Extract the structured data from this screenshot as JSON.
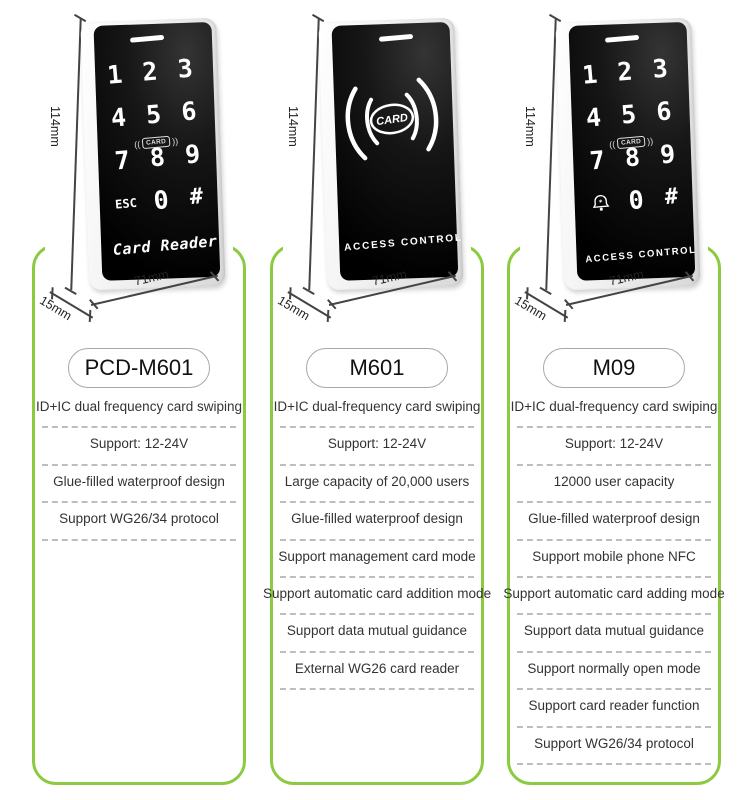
{
  "colors": {
    "accent_green": "#8CCB41",
    "feature_text": "#333333",
    "dash_divider": "#BDBDBD",
    "pill_border": "#A8A8A8",
    "device_face": "#0A0A0A"
  },
  "dimensions": {
    "height": "114mm",
    "width": "71mm",
    "depth": "15mm"
  },
  "products": [
    {
      "name": "PCD-M601",
      "device": {
        "type": "keypad",
        "keys": [
          "1",
          "2",
          "3",
          "4",
          "5",
          "6",
          "7",
          "8",
          "9",
          "ESC",
          "0",
          "#"
        ],
        "wave_left": "((",
        "wave_right": "))",
        "card_chip_label": "CARD",
        "panel_label": "Card Reader"
      },
      "features": [
        "ID+IC dual frequency card swiping",
        "Support: 12-24V",
        "Glue-filled waterproof design",
        "Support WG26/34 protocol"
      ]
    },
    {
      "name": "M601",
      "device": {
        "type": "rfid",
        "card_logo_label": "CARD",
        "panel_label": "ACCESS CONTROL"
      },
      "features": [
        "ID+IC dual-frequency card swiping",
        "Support: 12-24V",
        "Large capacity of 20,000 users",
        "Glue-filled waterproof design",
        "Support management card mode",
        "Support automatic card addition mode",
        "Support data mutual guidance",
        "External WG26 card reader"
      ]
    },
    {
      "name": "M09",
      "device": {
        "type": "keypad-bell",
        "keys": [
          "1",
          "2",
          "3",
          "4",
          "5",
          "6",
          "7",
          "8",
          "9",
          "bell",
          "0",
          "#"
        ],
        "wave_left": "((",
        "wave_right": "))",
        "card_chip_label": "CARD",
        "panel_label": "ACCESS CONTROL"
      },
      "features": [
        "ID+IC dual-frequency card swiping",
        "Support: 12-24V",
        "12000 user capacity",
        "Glue-filled waterproof design",
        "Support mobile phone NFC",
        "Support automatic card adding mode",
        "Support data mutual guidance",
        "Support normally open mode",
        "Support card reader function",
        "Support WG26/34 protocol"
      ]
    }
  ]
}
